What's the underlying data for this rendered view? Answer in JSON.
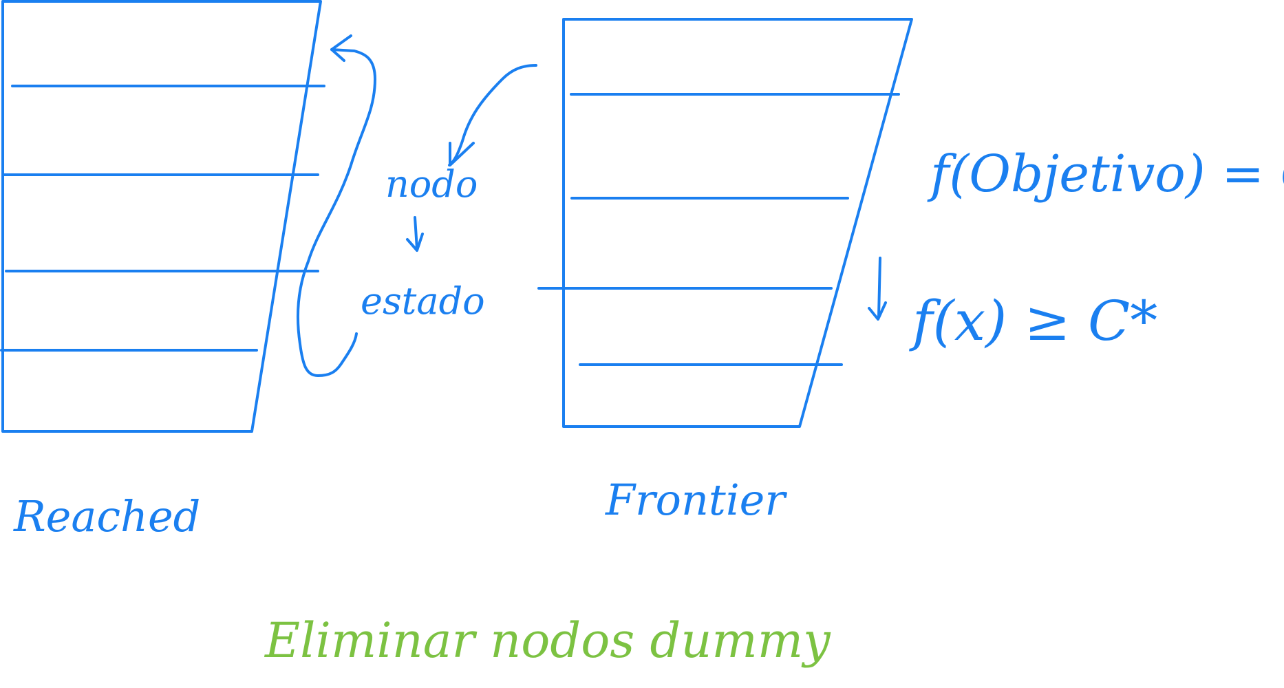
{
  "colors": {
    "ink_blue": "#1a7ff0",
    "ink_green": "#7cc242",
    "background": "#ffffff"
  },
  "labels": {
    "reached": "Reached",
    "frontier": "Frontier",
    "nodo": "nodo",
    "estado": "estado",
    "f_objetivo": "f(Objetivo) = C*",
    "f_x": "f(x) ≥ C*",
    "eliminar": "Eliminar nodos dummy"
  }
}
